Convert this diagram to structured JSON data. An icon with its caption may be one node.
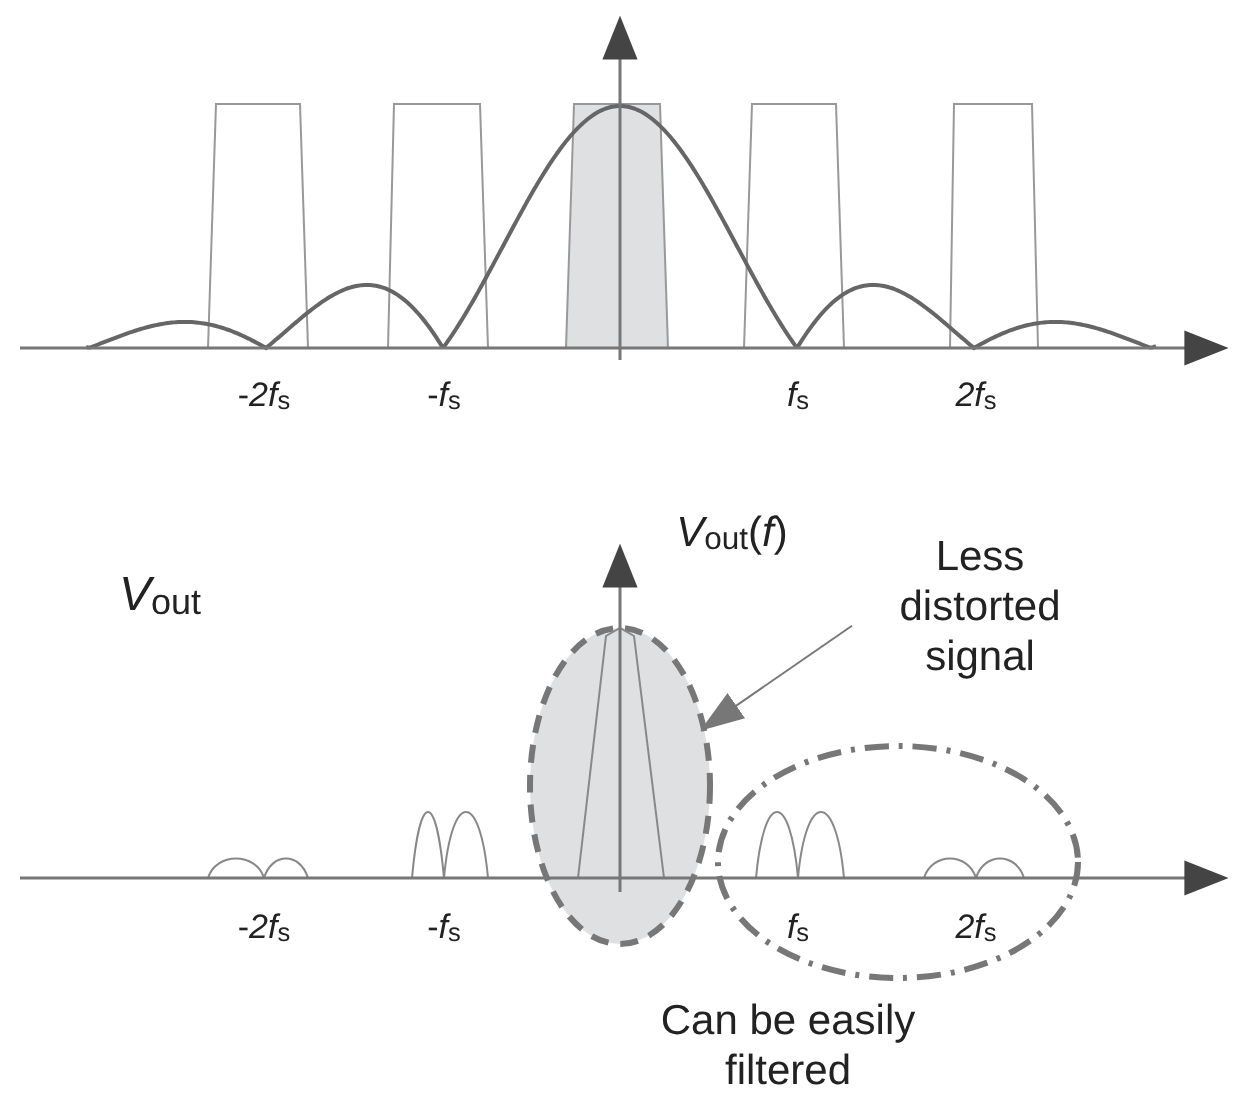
{
  "diagram": {
    "nodes": [
      {
        "text": [
          "Less distorted signal"
        ]
      },
      {
        "text": [],
        "shape": "ellipse"
      },
      {
        "text": [
          "Can be easily filtered"
        ]
      }
    ],
    "edges": [
      {
        "from": 0,
        "to": 1,
        "arrow": "to"
      }
    ],
    "labels": [
      "-*2f*$_{s}$",
      "-*f*$_{s}$",
      "*f*$_{s}$",
      "*2f*$_{s}$",
      "*V*$_{out}$(*f*)",
      "*V*$_{out}$",
      "-*2f*$_{s}$",
      "-*f*$_{s}$",
      "*f*$_{s}$",
      "*2f*$_{s}$"
    ]
  }
}
